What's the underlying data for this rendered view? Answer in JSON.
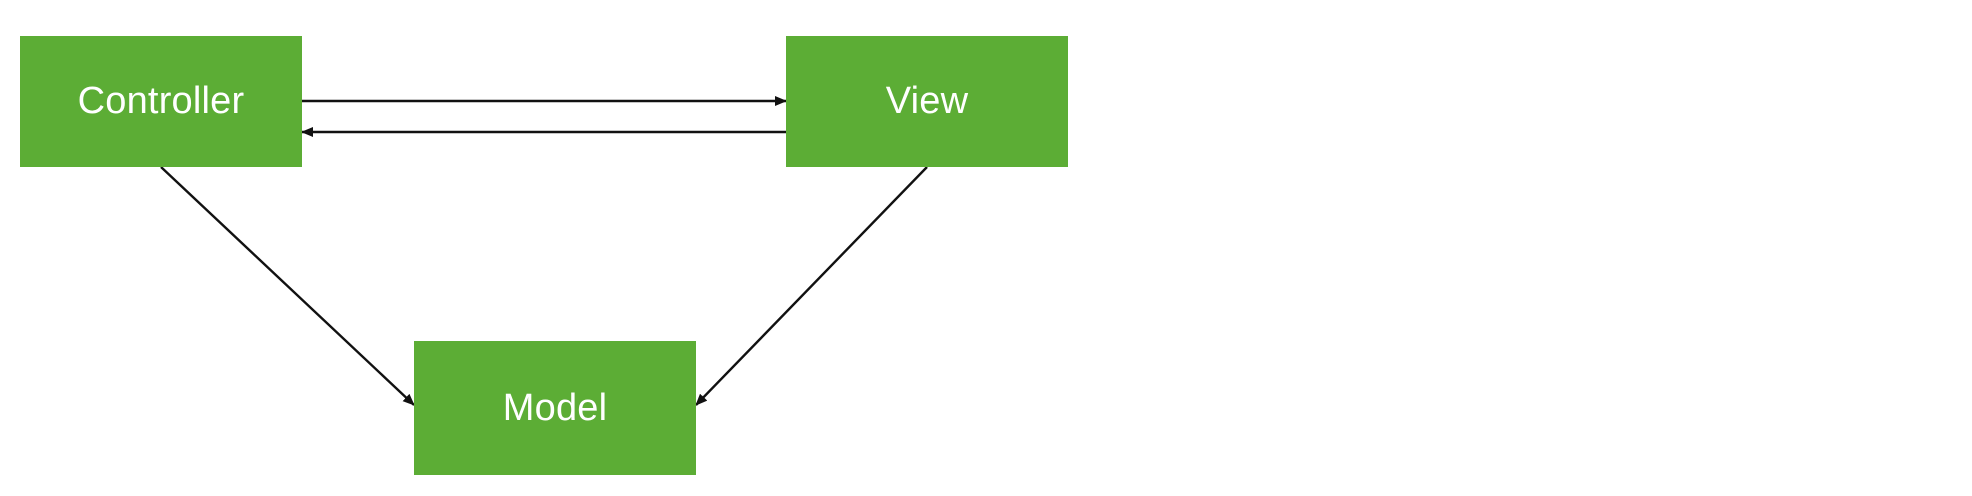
{
  "diagram": {
    "type": "mvc-flow",
    "colors": {
      "node_fill": "#5cad35",
      "node_text": "#ffffff",
      "edge": "#111111"
    },
    "nodes": {
      "controller": {
        "label": "Controller"
      },
      "view": {
        "label": "View"
      },
      "model": {
        "label": "Model"
      }
    },
    "edges": [
      {
        "from": "controller",
        "to": "view"
      },
      {
        "from": "view",
        "to": "controller"
      },
      {
        "from": "controller",
        "to": "model"
      },
      {
        "from": "view",
        "to": "model"
      }
    ]
  }
}
